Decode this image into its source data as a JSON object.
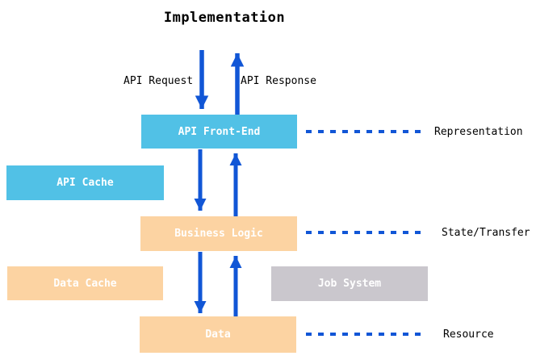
{
  "title": "Implementation",
  "colors": {
    "arrow_blue": "#1156d6",
    "cyan": "#51c1e6",
    "orange": "#fcd3a2",
    "gray": "#cac7cd"
  },
  "flow_labels": {
    "request": "API Request",
    "response": "API Response"
  },
  "boxes": [
    {
      "id": "api-front-end",
      "label": "API Front-End",
      "fill": "#51c1e6"
    },
    {
      "id": "api-cache",
      "label": "API Cache",
      "fill": "#51c1e6"
    },
    {
      "id": "business-logic",
      "label": "Business Logic",
      "fill": "#fcd3a2"
    },
    {
      "id": "data-cache",
      "label": "Data Cache",
      "fill": "#fcd3a2"
    },
    {
      "id": "job-system",
      "label": "Job System",
      "fill": "#cac7cd"
    },
    {
      "id": "data",
      "label": "Data",
      "fill": "#fcd3a2"
    }
  ],
  "layers": [
    {
      "label": "Representation"
    },
    {
      "label": "State/Transfer"
    },
    {
      "label": "Resource"
    }
  ]
}
